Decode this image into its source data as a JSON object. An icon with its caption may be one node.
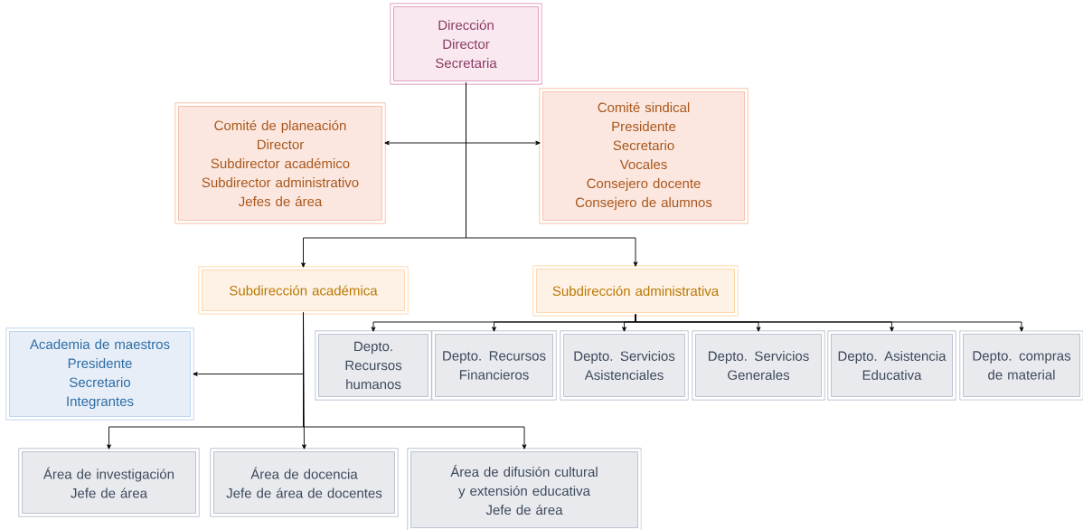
{
  "diagram": {
    "nodes": [
      {
        "text": [
          "Dirección",
          "Director",
          "Secretaria"
        ]
      },
      {
        "text": [
          "Comité de planeación",
          "Director",
          "Subdirector académico",
          "Subdirector administrativo",
          "Jefes de área"
        ]
      },
      {
        "text": [
          "Comité sindical",
          "Presidente",
          "Secretario",
          "Vocales",
          "Consejero docente",
          "Consejero de alumnos"
        ]
      },
      {
        "text": [
          "Subdirección académica"
        ]
      },
      {
        "text": [
          "Subdirección administrativa"
        ]
      },
      {
        "text": [
          "Academia de maestros",
          "Presidente",
          "Secretario",
          "Integrantes"
        ]
      },
      {
        "text": [
          "Depto. Recursos humanos"
        ]
      },
      {
        "text": [
          "Depto. Recursos Financieros"
        ]
      },
      {
        "text": [
          "Depto. Servicios Asistenciales"
        ]
      },
      {
        "text": [
          "Depto. Servicios Generales"
        ]
      },
      {
        "text": [
          "Depto. Asistencia Educativa"
        ]
      },
      {
        "text": [
          "Depto. compras de material"
        ]
      },
      {
        "text": [
          "Área de investigación",
          "Jefe de área"
        ]
      },
      {
        "text": [
          "Área de docencia",
          "Jefe de área de docentes"
        ]
      },
      {
        "text": [
          "Área de difusión cultural y extensión educativa",
          "Jefe de área"
        ]
      }
    ],
    "edges": [
      {
        "from": 0,
        "to": 1,
        "arrow": "to"
      },
      {
        "from": 0,
        "to": 2,
        "arrow": "to"
      },
      {
        "from": 0,
        "to": 3,
        "arrow": "to"
      },
      {
        "from": 0,
        "to": 4,
        "arrow": "to"
      },
      {
        "from": 3,
        "to": 5,
        "arrow": "to"
      },
      {
        "from": 4,
        "to": 6,
        "arrow": "to"
      },
      {
        "from": 4,
        "to": 7,
        "arrow": "to"
      },
      {
        "from": 4,
        "to": 8,
        "arrow": "to"
      },
      {
        "from": 4,
        "to": 9,
        "arrow": "to"
      },
      {
        "from": 4,
        "to": 10,
        "arrow": "to"
      },
      {
        "from": 4,
        "to": 11,
        "arrow": "to"
      },
      {
        "from": 3,
        "to": 12,
        "arrow": "to"
      },
      {
        "from": 3,
        "to": 13,
        "arrow": "to"
      },
      {
        "from": 3,
        "to": 14,
        "arrow": "to"
      }
    ]
  }
}
